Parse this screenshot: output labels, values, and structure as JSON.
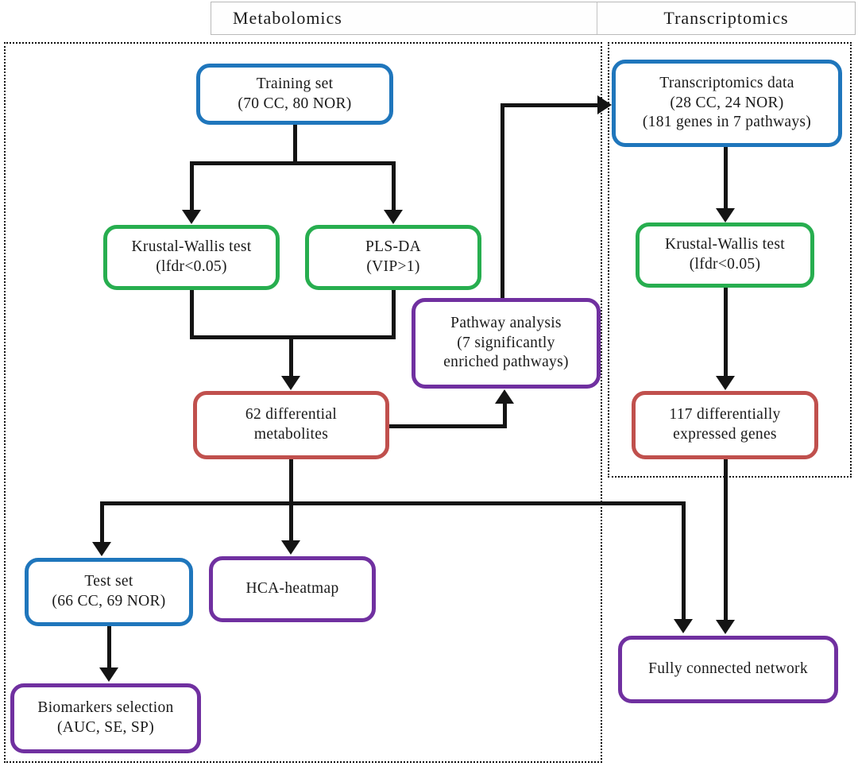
{
  "header": {
    "metabolomics": "Metabolomics",
    "transcriptomics": "Transcriptomics"
  },
  "nodes": {
    "training_set": {
      "lines": [
        "Training set",
        "(70 CC, 80 NOR)"
      ],
      "border_color": "#1F76BC"
    },
    "transcriptomics_data": {
      "lines": [
        "Transcriptomics data",
        "(28 CC, 24 NOR)",
        "(181 genes in 7 pathways)"
      ],
      "border_color": "#1F76BC"
    },
    "kruskal_metab": {
      "lines": [
        "Krustal-Wallis test",
        "(lfdr<0.05)"
      ],
      "border_color": "#27AE4F"
    },
    "pls_da": {
      "lines": [
        "PLS-DA",
        "(VIP>1)"
      ],
      "border_color": "#27AE4F"
    },
    "kruskal_trans": {
      "lines": [
        "Krustal-Wallis test",
        "(lfdr<0.05)"
      ],
      "border_color": "#27AE4F"
    },
    "pathway_analysis": {
      "lines": [
        "Pathway analysis",
        "(7 significantly",
        "enriched pathways)"
      ],
      "border_color": "#7030A0"
    },
    "diff_metabolites": {
      "lines": [
        "62 differential",
        "metabolites"
      ],
      "border_color": "#C0504D"
    },
    "diff_genes": {
      "lines": [
        "117 differentially",
        "expressed genes"
      ],
      "border_color": "#C0504D"
    },
    "test_set": {
      "lines": [
        "Test set",
        "(66 CC, 69 NOR)"
      ],
      "border_color": "#1F76BC"
    },
    "hca_heatmap": {
      "lines": [
        "HCA-heatmap"
      ],
      "border_color": "#7030A0"
    },
    "biomarkers": {
      "lines": [
        "Biomarkers selection",
        "(AUC, SE, SP)"
      ],
      "border_color": "#7030A0"
    },
    "network": {
      "lines": [
        "Fully connected network"
      ],
      "border_color": "#7030A0"
    }
  },
  "colors": {
    "blue": "#1F76BC",
    "green": "#27AE4F",
    "red": "#C0504D",
    "purple": "#7030A0",
    "arrow": "#141414",
    "region_border": "#111111"
  }
}
